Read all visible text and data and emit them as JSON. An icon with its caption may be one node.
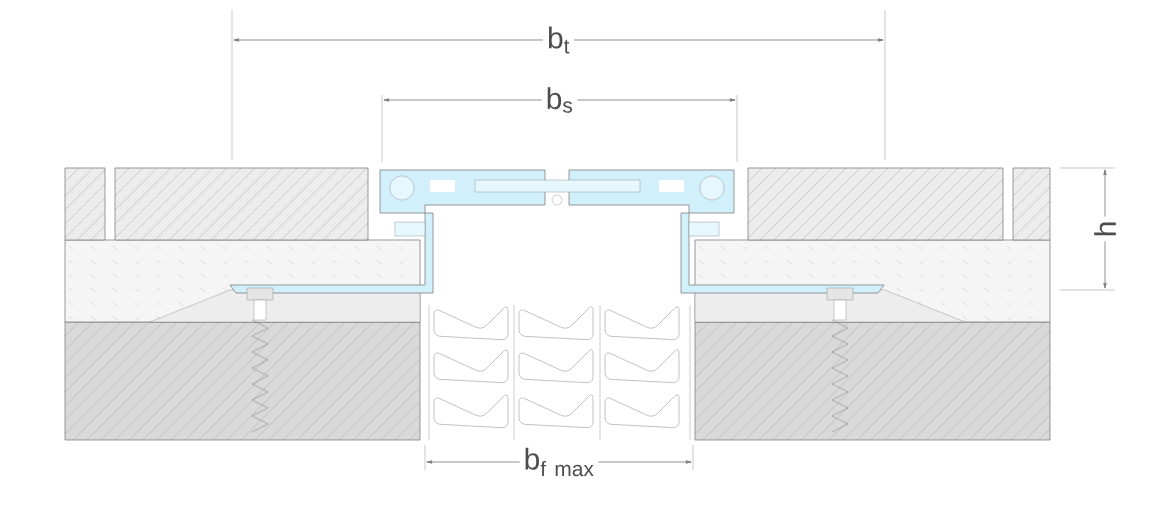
{
  "diagram": {
    "labels": [
      "\\mathrm{b}_{\\mathrm{t}}",
      "\\mathrm{b}_{\\mathrm{s}}",
      "\\mathrm{h}",
      "\\mathrm{b}_{\\mathrm{f\\ max}}"
    ]
  }
}
